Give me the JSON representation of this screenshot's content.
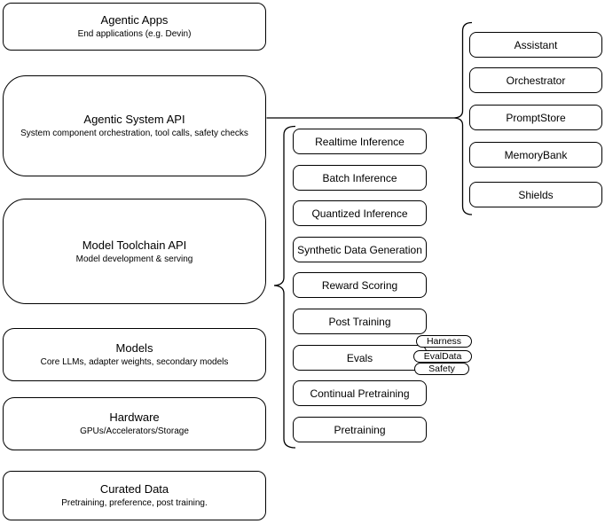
{
  "diagram": {
    "background_color": "#ffffff",
    "stroke_color": "#000000",
    "stack": [
      {
        "title": "Agentic Apps",
        "subtitle": "End applications (e.g. Devin)"
      },
      {
        "title": "Agentic System API",
        "subtitle": "System component orchestration, tool calls, safety checks"
      },
      {
        "title": "Model Toolchain API",
        "subtitle": "Model development & serving"
      },
      {
        "title": "Models",
        "subtitle": "Core LLMs, adapter weights, secondary models"
      },
      {
        "title": "Hardware",
        "subtitle": "GPUs/Accelerators/Storage"
      },
      {
        "title": "Curated Data",
        "subtitle": "Pretraining, preference, post training."
      }
    ],
    "toolchain_items": [
      {
        "label": "Realtime Inference"
      },
      {
        "label": "Batch Inference"
      },
      {
        "label": "Quantized Inference"
      },
      {
        "label": "Synthetic Data Generation"
      },
      {
        "label": "Reward Scoring"
      },
      {
        "label": "Post Training"
      },
      {
        "label": "Evals"
      },
      {
        "label": "Continual Pretraining"
      },
      {
        "label": "Pretraining"
      }
    ],
    "evals_tags": [
      {
        "label": "Harness"
      },
      {
        "label": "EvalData"
      },
      {
        "label": "Safety"
      }
    ],
    "system_components": [
      {
        "label": "Assistant"
      },
      {
        "label": "Orchestrator"
      },
      {
        "label": "PromptStore"
      },
      {
        "label": "MemoryBank"
      },
      {
        "label": "Shields"
      }
    ]
  }
}
